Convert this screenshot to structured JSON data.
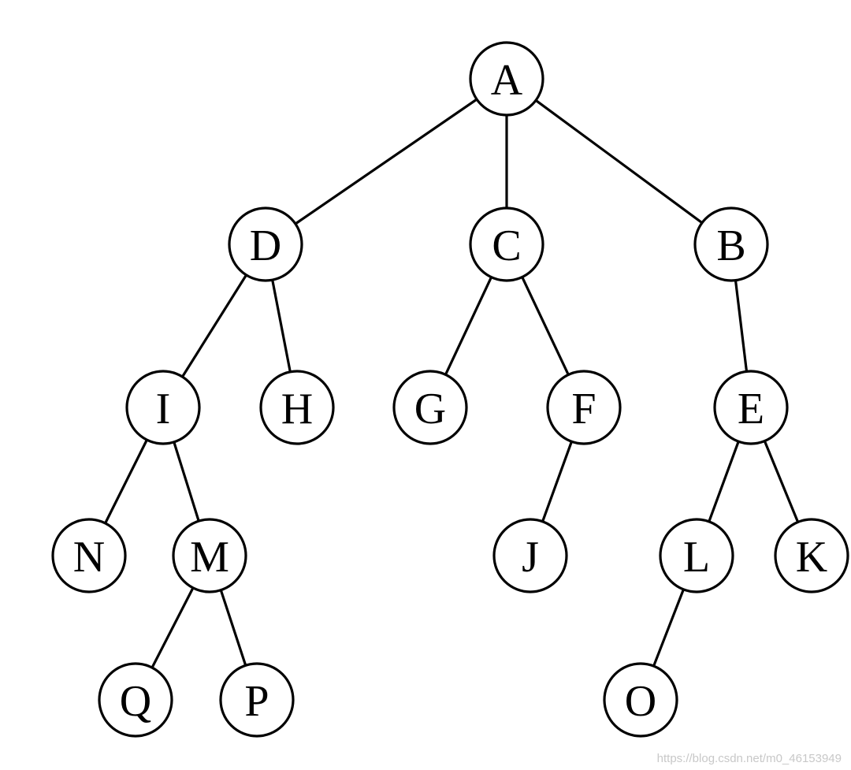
{
  "diagram": {
    "type": "tree",
    "nodes": [
      {
        "id": "A",
        "label": "A"
      },
      {
        "id": "D",
        "label": "D"
      },
      {
        "id": "C",
        "label": "C"
      },
      {
        "id": "B",
        "label": "B"
      },
      {
        "id": "I",
        "label": "I"
      },
      {
        "id": "H",
        "label": "H"
      },
      {
        "id": "G",
        "label": "G"
      },
      {
        "id": "F",
        "label": "F"
      },
      {
        "id": "E",
        "label": "E"
      },
      {
        "id": "N",
        "label": "N"
      },
      {
        "id": "M",
        "label": "M"
      },
      {
        "id": "J",
        "label": "J"
      },
      {
        "id": "L",
        "label": "L"
      },
      {
        "id": "K",
        "label": "K"
      },
      {
        "id": "Q",
        "label": "Q"
      },
      {
        "id": "P",
        "label": "P"
      },
      {
        "id": "O",
        "label": "O"
      }
    ],
    "edges": [
      [
        "A",
        "D"
      ],
      [
        "A",
        "C"
      ],
      [
        "A",
        "B"
      ],
      [
        "D",
        "I"
      ],
      [
        "D",
        "H"
      ],
      [
        "C",
        "G"
      ],
      [
        "C",
        "F"
      ],
      [
        "B",
        "E"
      ],
      [
        "I",
        "N"
      ],
      [
        "I",
        "M"
      ],
      [
        "F",
        "J"
      ],
      [
        "E",
        "L"
      ],
      [
        "E",
        "K"
      ],
      [
        "M",
        "Q"
      ],
      [
        "M",
        "P"
      ],
      [
        "L",
        "O"
      ]
    ],
    "colors": {
      "stroke": "#000000",
      "fill": "#ffffff",
      "text": "#000000"
    }
  },
  "watermark": "https://blog.csdn.net/m0_46153949"
}
